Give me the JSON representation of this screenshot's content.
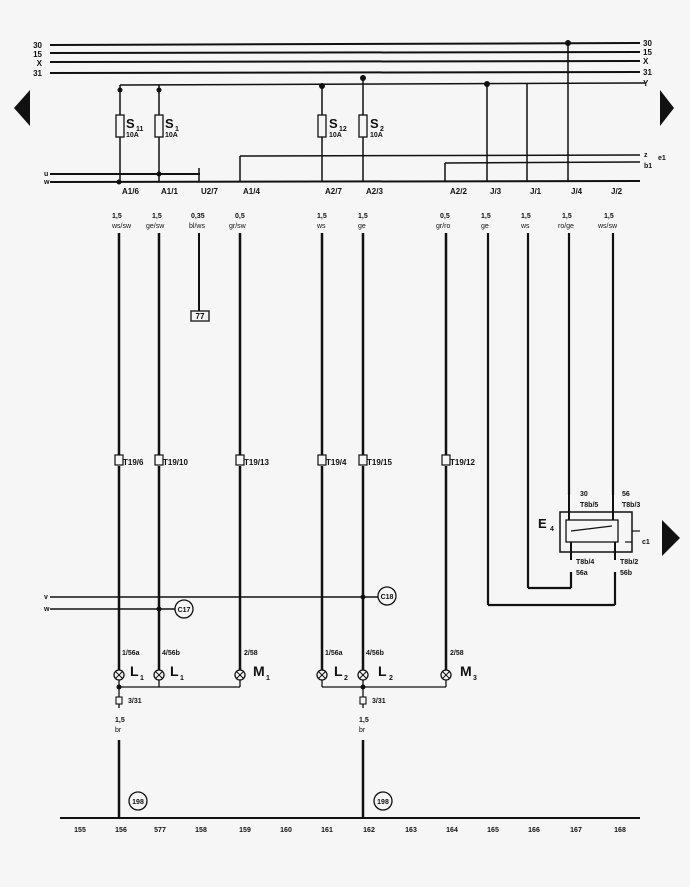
{
  "bus": {
    "left_labels": [
      "30",
      "15",
      "X",
      "31"
    ],
    "right_labels": [
      "30",
      "15",
      "X",
      "31",
      "Y"
    ],
    "mid_left_labels": [
      "u",
      "w"
    ],
    "mid_right_labels": [
      "z",
      "e1",
      "b1"
    ]
  },
  "fuses": [
    {
      "id": "S11",
      "name": "S",
      "sub": "11",
      "rating": "10A"
    },
    {
      "id": "S1",
      "name": "S",
      "sub": "1",
      "rating": "10A"
    },
    {
      "id": "S12",
      "name": "S",
      "sub": "12",
      "rating": "10A"
    },
    {
      "id": "S2",
      "name": "S",
      "sub": "2",
      "rating": "10A"
    }
  ],
  "connectors": [
    "A1/6",
    "A1/1",
    "U2/7",
    "A1/4",
    "A2/7",
    "A2/3",
    "A2/2",
    "J/3",
    "J/1",
    "J/4",
    "J/2"
  ],
  "wires": [
    {
      "size": "1,5",
      "color": "ws/sw"
    },
    {
      "size": "1,5",
      "color": "ge/sw"
    },
    {
      "size": "0,35",
      "color": "bl/ws"
    },
    {
      "size": "0,5",
      "color": "gr/sw"
    },
    {
      "size": "1,5",
      "color": "ws"
    },
    {
      "size": "1,5",
      "color": "ge"
    },
    {
      "size": "0,5",
      "color": "gr/ro"
    },
    {
      "size": "1,5",
      "color": "ge"
    },
    {
      "size": "1,5",
      "color": "ws"
    },
    {
      "size": "1,5",
      "color": "ro/ge"
    },
    {
      "size": "1,5",
      "color": "ws/sw"
    }
  ],
  "ref_box": "77",
  "terminals": [
    "T19/6",
    "T19/10",
    "T19/13",
    "T19/4",
    "T19/15",
    "T19/12"
  ],
  "switch": {
    "name": "E",
    "sub": "4",
    "pins": [
      {
        "num": "30",
        "label": "T8b/5"
      },
      {
        "num": "56",
        "label": "T8b/3"
      },
      {
        "num": "56a",
        "label": "T8b/4"
      },
      {
        "num": "56b",
        "label": "T8b/2"
      }
    ],
    "c1": "c1"
  },
  "splices": [
    "C17",
    "C18"
  ],
  "side_letters": [
    "v",
    "w"
  ],
  "lamps": [
    {
      "pin": "1/56a",
      "name": "L",
      "sub": "1"
    },
    {
      "pin": "4/56b",
      "name": "L",
      "sub": "1"
    },
    {
      "pin": "2/58",
      "name": "M",
      "sub": "1"
    },
    {
      "pin": "1/56a",
      "name": "L",
      "sub": "2"
    },
    {
      "pin": "4/56b",
      "name": "L",
      "sub": "2"
    },
    {
      "pin": "2/58",
      "name": "M",
      "sub": "3"
    }
  ],
  "ground_wires": [
    {
      "pin": "3/31",
      "size": "1,5",
      "color": "br"
    },
    {
      "pin": "3/31",
      "size": "1,5",
      "color": "br"
    }
  ],
  "grounds": [
    "198",
    "198"
  ],
  "ruler": [
    "155",
    "156",
    "577",
    "158",
    "159",
    "160",
    "161",
    "162",
    "163",
    "164",
    "165",
    "166",
    "167",
    "168"
  ],
  "colors": {
    "ink": "#111111",
    "paper": "#f6f6f6"
  }
}
